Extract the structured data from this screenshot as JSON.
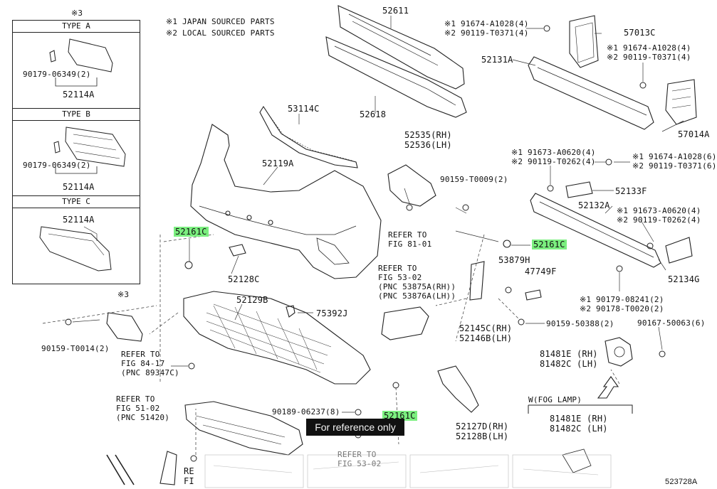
{
  "legend": {
    "line1": "※1  JAPAN SOURCED PARTS",
    "line2": "※2  LOCAL SOURCED PARTS"
  },
  "left_panel": {
    "note": "※3",
    "type_a": {
      "header": "TYPE A",
      "part": "90179-06349(2)",
      "assembly": "52114A"
    },
    "type_b": {
      "header": "TYPE B",
      "part": "90179-06349(2)",
      "assembly": "52114A"
    },
    "type_c": {
      "header": "TYPE C",
      "assembly": "52114A"
    }
  },
  "labels": {
    "p52611": "52611",
    "p52618": "52618",
    "p53114c": "53114C",
    "p52119a": "52119A",
    "p52161c_left": "52161C",
    "p52128c": "52128C",
    "p52129b": "52129B",
    "p75392j": "75392J",
    "note3_mid": "※3",
    "p90159_t0014": "90159-T0014(2)",
    "ref84_1": "REFER TO",
    "ref84_2": "FIG 84-17",
    "ref84_3": "(PNC 89347C)",
    "ref51_1": "REFER TO",
    "ref51_2": "FIG 51-02",
    "ref51_3": "(PNC 51420)",
    "p90189": "90189-06237(8)",
    "p52161c_bottom": "52161C",
    "ref53b_1": "REFER TO",
    "ref53b_2": "FIG 53-02",
    "ref_partial_1": "RE",
    "ref_partial_2": "FI",
    "p52535rh": "52535(RH)",
    "p52536lh": "52536(LH)",
    "p90159_t0009": "90159-T0009(2)",
    "ref81_1": "REFER TO",
    "ref81_2": "FIG 81-01",
    "ref53_1": "REFER TO",
    "ref53_2": "FIG 53-02",
    "ref53_3": "(PNC 53875A(RH))",
    "ref53_4": "(PNC 53876A(LH))",
    "top_bolt_1": "※1 91674-A1028(4)",
    "top_bolt_2": "※2 90119-T0371(4)",
    "p57013c": "57013C",
    "right_bolt_1": "※1 91674-A1028(4)",
    "right_bolt_2": "※2 90119-T0371(4)",
    "p52131a": "52131A",
    "p57014a": "57014A",
    "mid_bolt_l1": "※1 91673-A0620(4)",
    "mid_bolt_l2": "※2 90119-T0262(4)",
    "mid_bolt_r1": "※1 91674-A1028(6)",
    "mid_bolt_r2": "※2 90119-T0371(6)",
    "p52133f": "52133F",
    "p52132a": "52132A",
    "low_bolt_r1": "※1 91673-A0620(4)",
    "low_bolt_r2": "※2 90119-T0262(4)",
    "p52161c_right": "52161C",
    "p53879h": "53879H",
    "p47749f": "47749F",
    "p52134g": "52134G",
    "clip_1": "※1 90179-08241(2)",
    "clip_2": "※2 90178-T0020(2)",
    "p90159_50388": "90159-50388(2)",
    "p90167": "90167-50063(6)",
    "p52145c": "52145C(RH)",
    "p52146b": "52146B(LH)",
    "p81481e_a": "81481E (RH)",
    "p81482c_a": "81482C (LH)",
    "p52127d": "52127D(RH)",
    "p52128b": "52128B(LH)",
    "fog_title": "W(FOG LAMP)",
    "p81481e_b": "81481E (RH)",
    "p81482c_b": "81482C (LH)",
    "fig_id": "523728A"
  },
  "watermark": "For reference only"
}
